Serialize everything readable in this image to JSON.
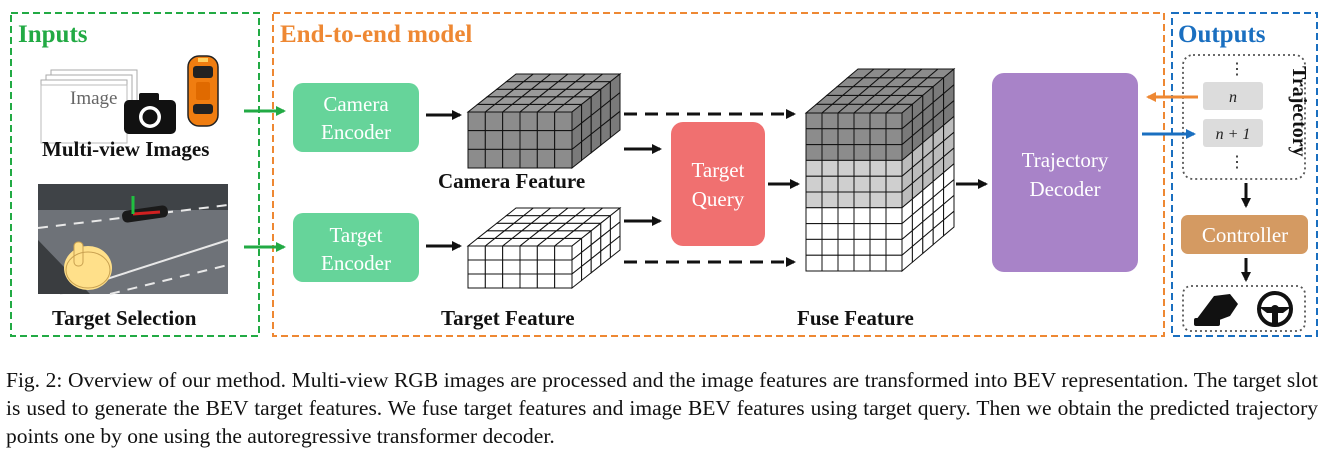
{
  "sections": {
    "inputs": "Inputs",
    "model": "End-to-end model",
    "outputs": "Outputs"
  },
  "inputs": {
    "image_card": "Image",
    "multiview_label": "Multi-view Images",
    "target_selection_label": "Target Selection"
  },
  "model": {
    "camera_encoder": [
      "Camera",
      "Encoder"
    ],
    "target_encoder": [
      "Target",
      "Encoder"
    ],
    "camera_feature": "Camera Feature",
    "target_feature": "Target Feature",
    "target_query": [
      "Target",
      "Query"
    ],
    "fuse_feature": "Fuse Feature",
    "trajectory_decoder": [
      "Trajectory",
      "Decoder"
    ]
  },
  "outputs": {
    "token_n": "n",
    "token_n1": "n + 1",
    "trajectory_label": "Trajectory",
    "controller": "Controller"
  },
  "caption": "Fig. 2: Overview of our method. Multi-view RGB images are processed and the image features are transformed into BEV representation. The target slot is used to generate the BEV target features. We fuse target features and image BEV features using target query. Then we obtain the predicted trajectory points one by one using the autoregressive transformer decoder.",
  "colors": {
    "inputs_green": "#22aa44",
    "model_orange": "#ee8833",
    "outputs_blue": "#1a6fc0",
    "encoder_green": "#66d49a",
    "query_red": "#f07070",
    "decoder_purple": "#a883c8",
    "controller_brown": "#d49a62"
  }
}
